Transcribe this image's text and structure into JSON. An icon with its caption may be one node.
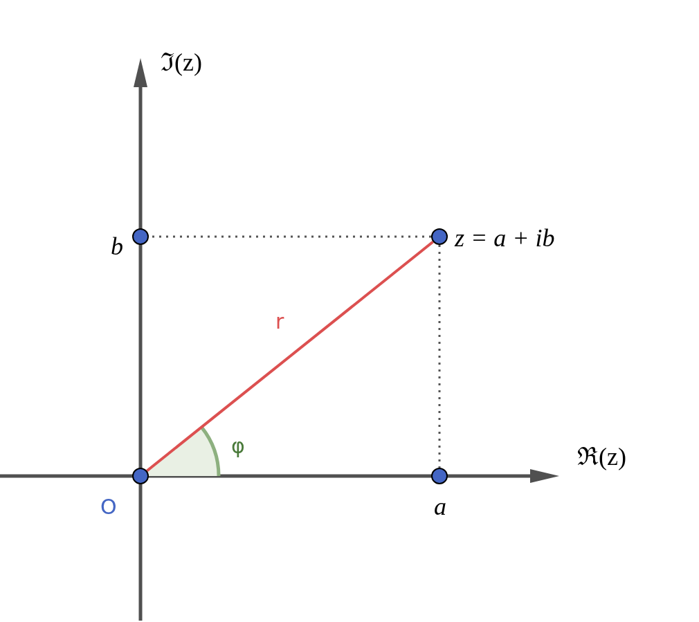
{
  "diagram": {
    "nodes": [
      {
        "text": [],
        "shape": "circle",
        "beside": [
          "O"
        ]
      },
      {
        "text": [],
        "shape": "circle",
        "beside": [
          "b"
        ]
      },
      {
        "text": [],
        "shape": "circle",
        "beside": [
          "z = a + ib"
        ]
      },
      {
        "text": [],
        "shape": "circle",
        "beside": [
          "a"
        ]
      }
    ],
    "edges": [
      {
        "from": 0,
        "to": 2,
        "arrow": "none",
        "label": "r",
        "color": "#dc5050"
      },
      {
        "from": 2,
        "to": 1,
        "arrow": "none",
        "style": "dashed"
      },
      {
        "from": 2,
        "to": 3,
        "arrow": "none",
        "style": "dashed"
      }
    ],
    "labels": [
      "ℑ(z)",
      "ℜ(z)",
      "φ"
    ]
  }
}
